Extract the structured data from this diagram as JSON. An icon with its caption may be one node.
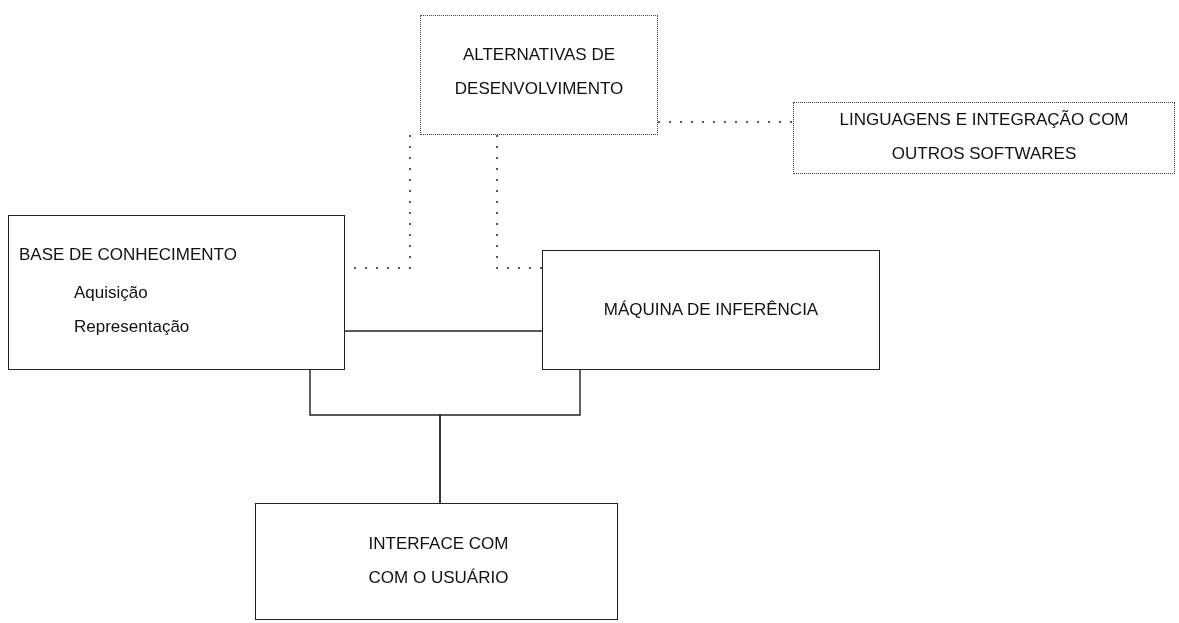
{
  "diagram": {
    "nodes": [
      {
        "text": [
          "ALTERNATIVAS DE DESENVOLVIMENTO"
        ]
      },
      {
        "text": [
          "LINGUAGENS E INTEGRAÇÃO COM OUTROS SOFTWARES"
        ]
      },
      {
        "text": [
          "BASE DE CONHECIMENTO",
          "Aquisição",
          "Representação"
        ]
      },
      {
        "text": [
          "MÁQUINA DE INFERÊNCIA"
        ]
      },
      {
        "text": [
          "INTERFACE COM COM O USUÁRIO"
        ]
      }
    ],
    "edges": [
      {
        "from": 0,
        "to": 1,
        "arrow": "none",
        "style": "dashed"
      },
      {
        "from": 0,
        "to": 2,
        "arrow": "none",
        "style": "dashed"
      },
      {
        "from": 0,
        "to": 3,
        "arrow": "none",
        "style": "dashed"
      },
      {
        "from": 2,
        "to": 3,
        "arrow": "none"
      },
      {
        "from": 2,
        "to": 4,
        "arrow": "none"
      },
      {
        "from": 3,
        "to": 4,
        "arrow": "none"
      }
    ]
  }
}
